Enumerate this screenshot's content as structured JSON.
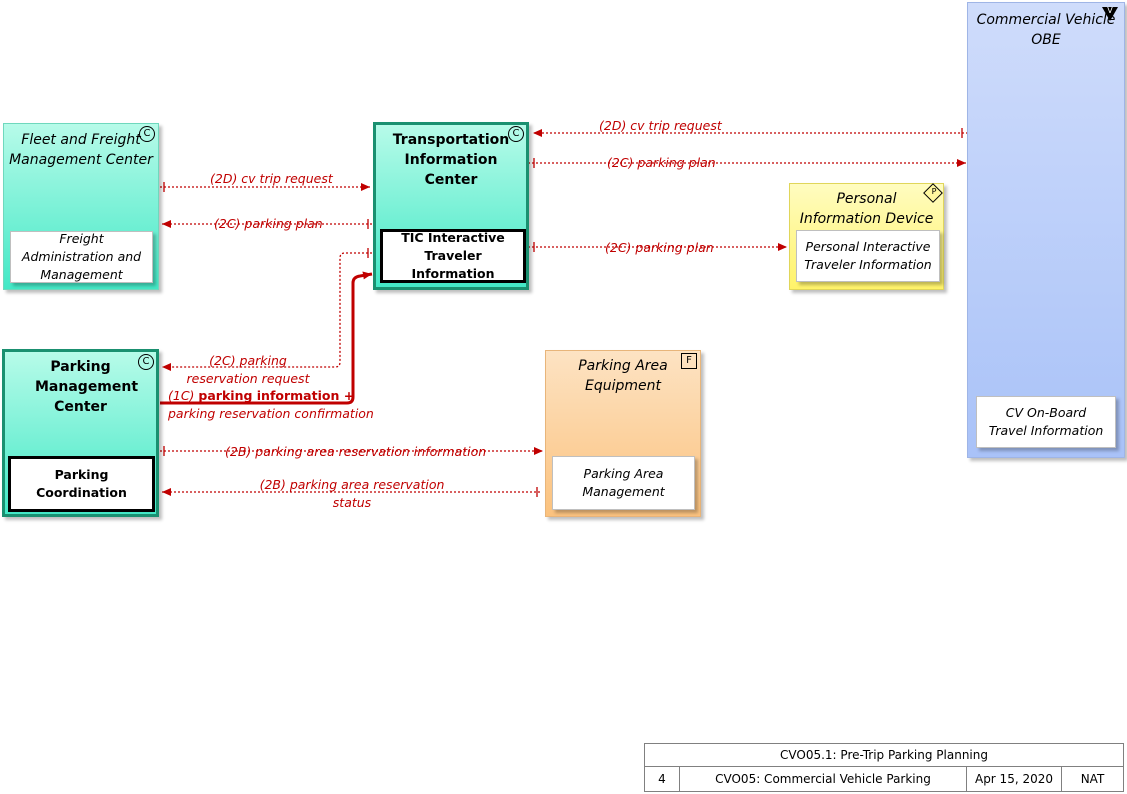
{
  "elements": {
    "fleet": {
      "title": "Fleet and Freight Management Center",
      "badge": "C",
      "inner": "Freight Administration and Management"
    },
    "tic": {
      "title": "Transportation Information Center",
      "badge": "C",
      "inner": "TIC Interactive Traveler Information"
    },
    "pmc": {
      "title": "Parking Management Center",
      "badge": "C",
      "inner": "Parking Coordination"
    },
    "pid": {
      "title": "Personal Information Device",
      "badge": "P",
      "inner": "Personal Interactive Traveler Information"
    },
    "pae": {
      "title": "Parking Area Equipment",
      "badge": "F",
      "inner": "Parking Area Management"
    },
    "cvobe": {
      "title": "Commercial Vehicle OBE",
      "badge": "V",
      "inner": "CV On-Board Travel Information"
    }
  },
  "flows": {
    "f1": "(2D) cv trip request",
    "f2": "(2C) parking plan",
    "f3": "(2D) cv trip request",
    "f4": "(2C) parking plan",
    "f5": "(2C) parking plan",
    "f6": "(2C) parking reservation request",
    "f7_prefix": "(1C) ",
    "f7_bold": "parking information +",
    "f7_line2": "parking reservation confirmation",
    "f8": "(2B) parking area reservation information",
    "f9": "(2B) parking area reservation status"
  },
  "titleblock": {
    "title": "CVO05.1: Pre-Trip Parking Planning",
    "page": "4",
    "service": "CVO05: Commercial Vehicle Parking",
    "date": "Apr 15, 2020",
    "scope": "NAT"
  },
  "colors": {
    "flow": "#c00000",
    "center_border": "#1a9070"
  }
}
